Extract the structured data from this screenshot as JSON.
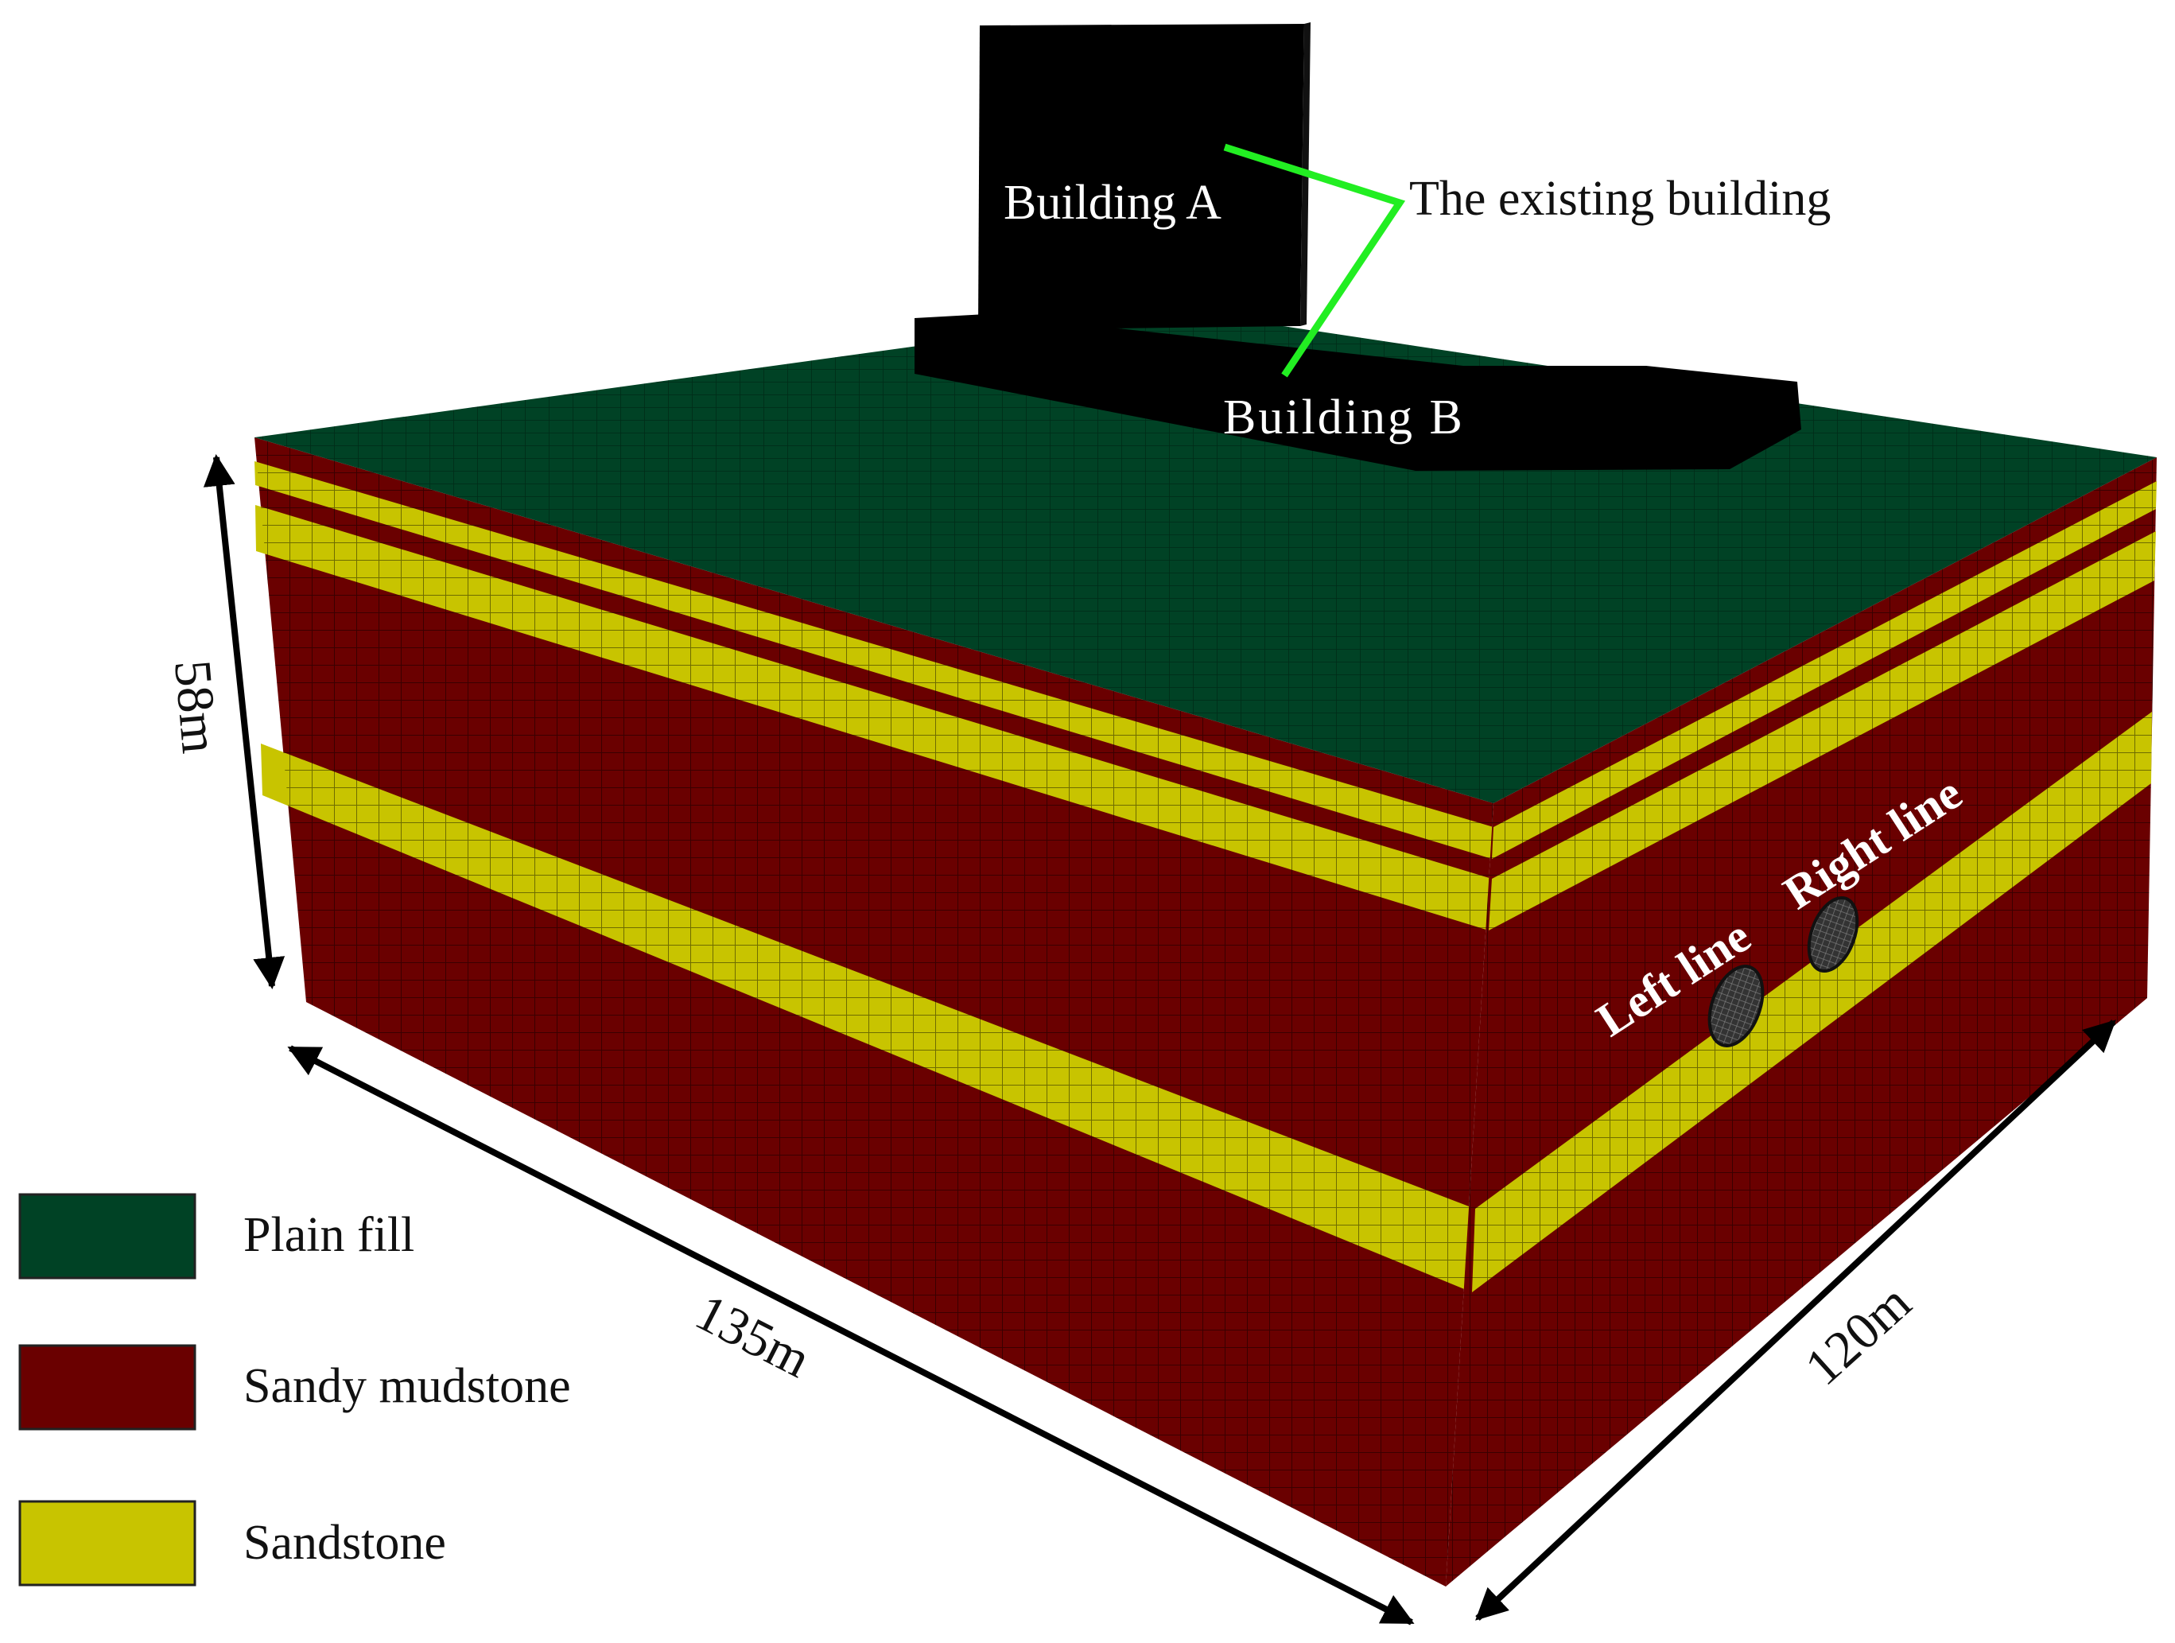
{
  "labels": {
    "building_a": "Building A",
    "building_b": "Building B",
    "existing_building": "The existing building",
    "left_line": "Left line",
    "right_line": "Right line"
  },
  "dimensions": {
    "height": "58m",
    "length": "135m",
    "width": "120m"
  },
  "legend": [
    {
      "label": "Plain fill",
      "color": "#004225"
    },
    {
      "label": "Sandy mudstone",
      "color": "#6a0000"
    },
    {
      "label": "Sandstone",
      "color": "#c8c400"
    }
  ],
  "colors": {
    "plain_fill": "#004225",
    "sandy_mudstone": "#6a0000",
    "sandstone": "#c8c400",
    "building": "#000000",
    "leader_line": "#22ee22"
  }
}
